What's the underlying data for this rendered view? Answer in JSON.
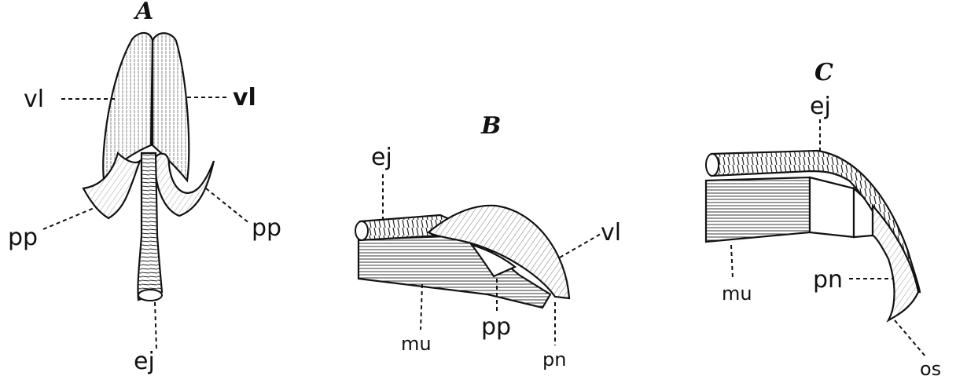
{
  "panels": {
    "A": {
      "title": "A",
      "labels": {
        "vl_left": "vl",
        "vl_right": "vl",
        "pp_left": "pp",
        "pp_right": "pp",
        "ej": "ej"
      }
    },
    "B": {
      "title": "B",
      "labels": {
        "ej": "ej",
        "vl": "vl",
        "mu": "mu",
        "pp": "pp",
        "pn": "pn"
      }
    },
    "C": {
      "title": "C",
      "labels": {
        "ej": "ej",
        "mu": "mu",
        "pn": "pn",
        "os": "os"
      }
    }
  }
}
